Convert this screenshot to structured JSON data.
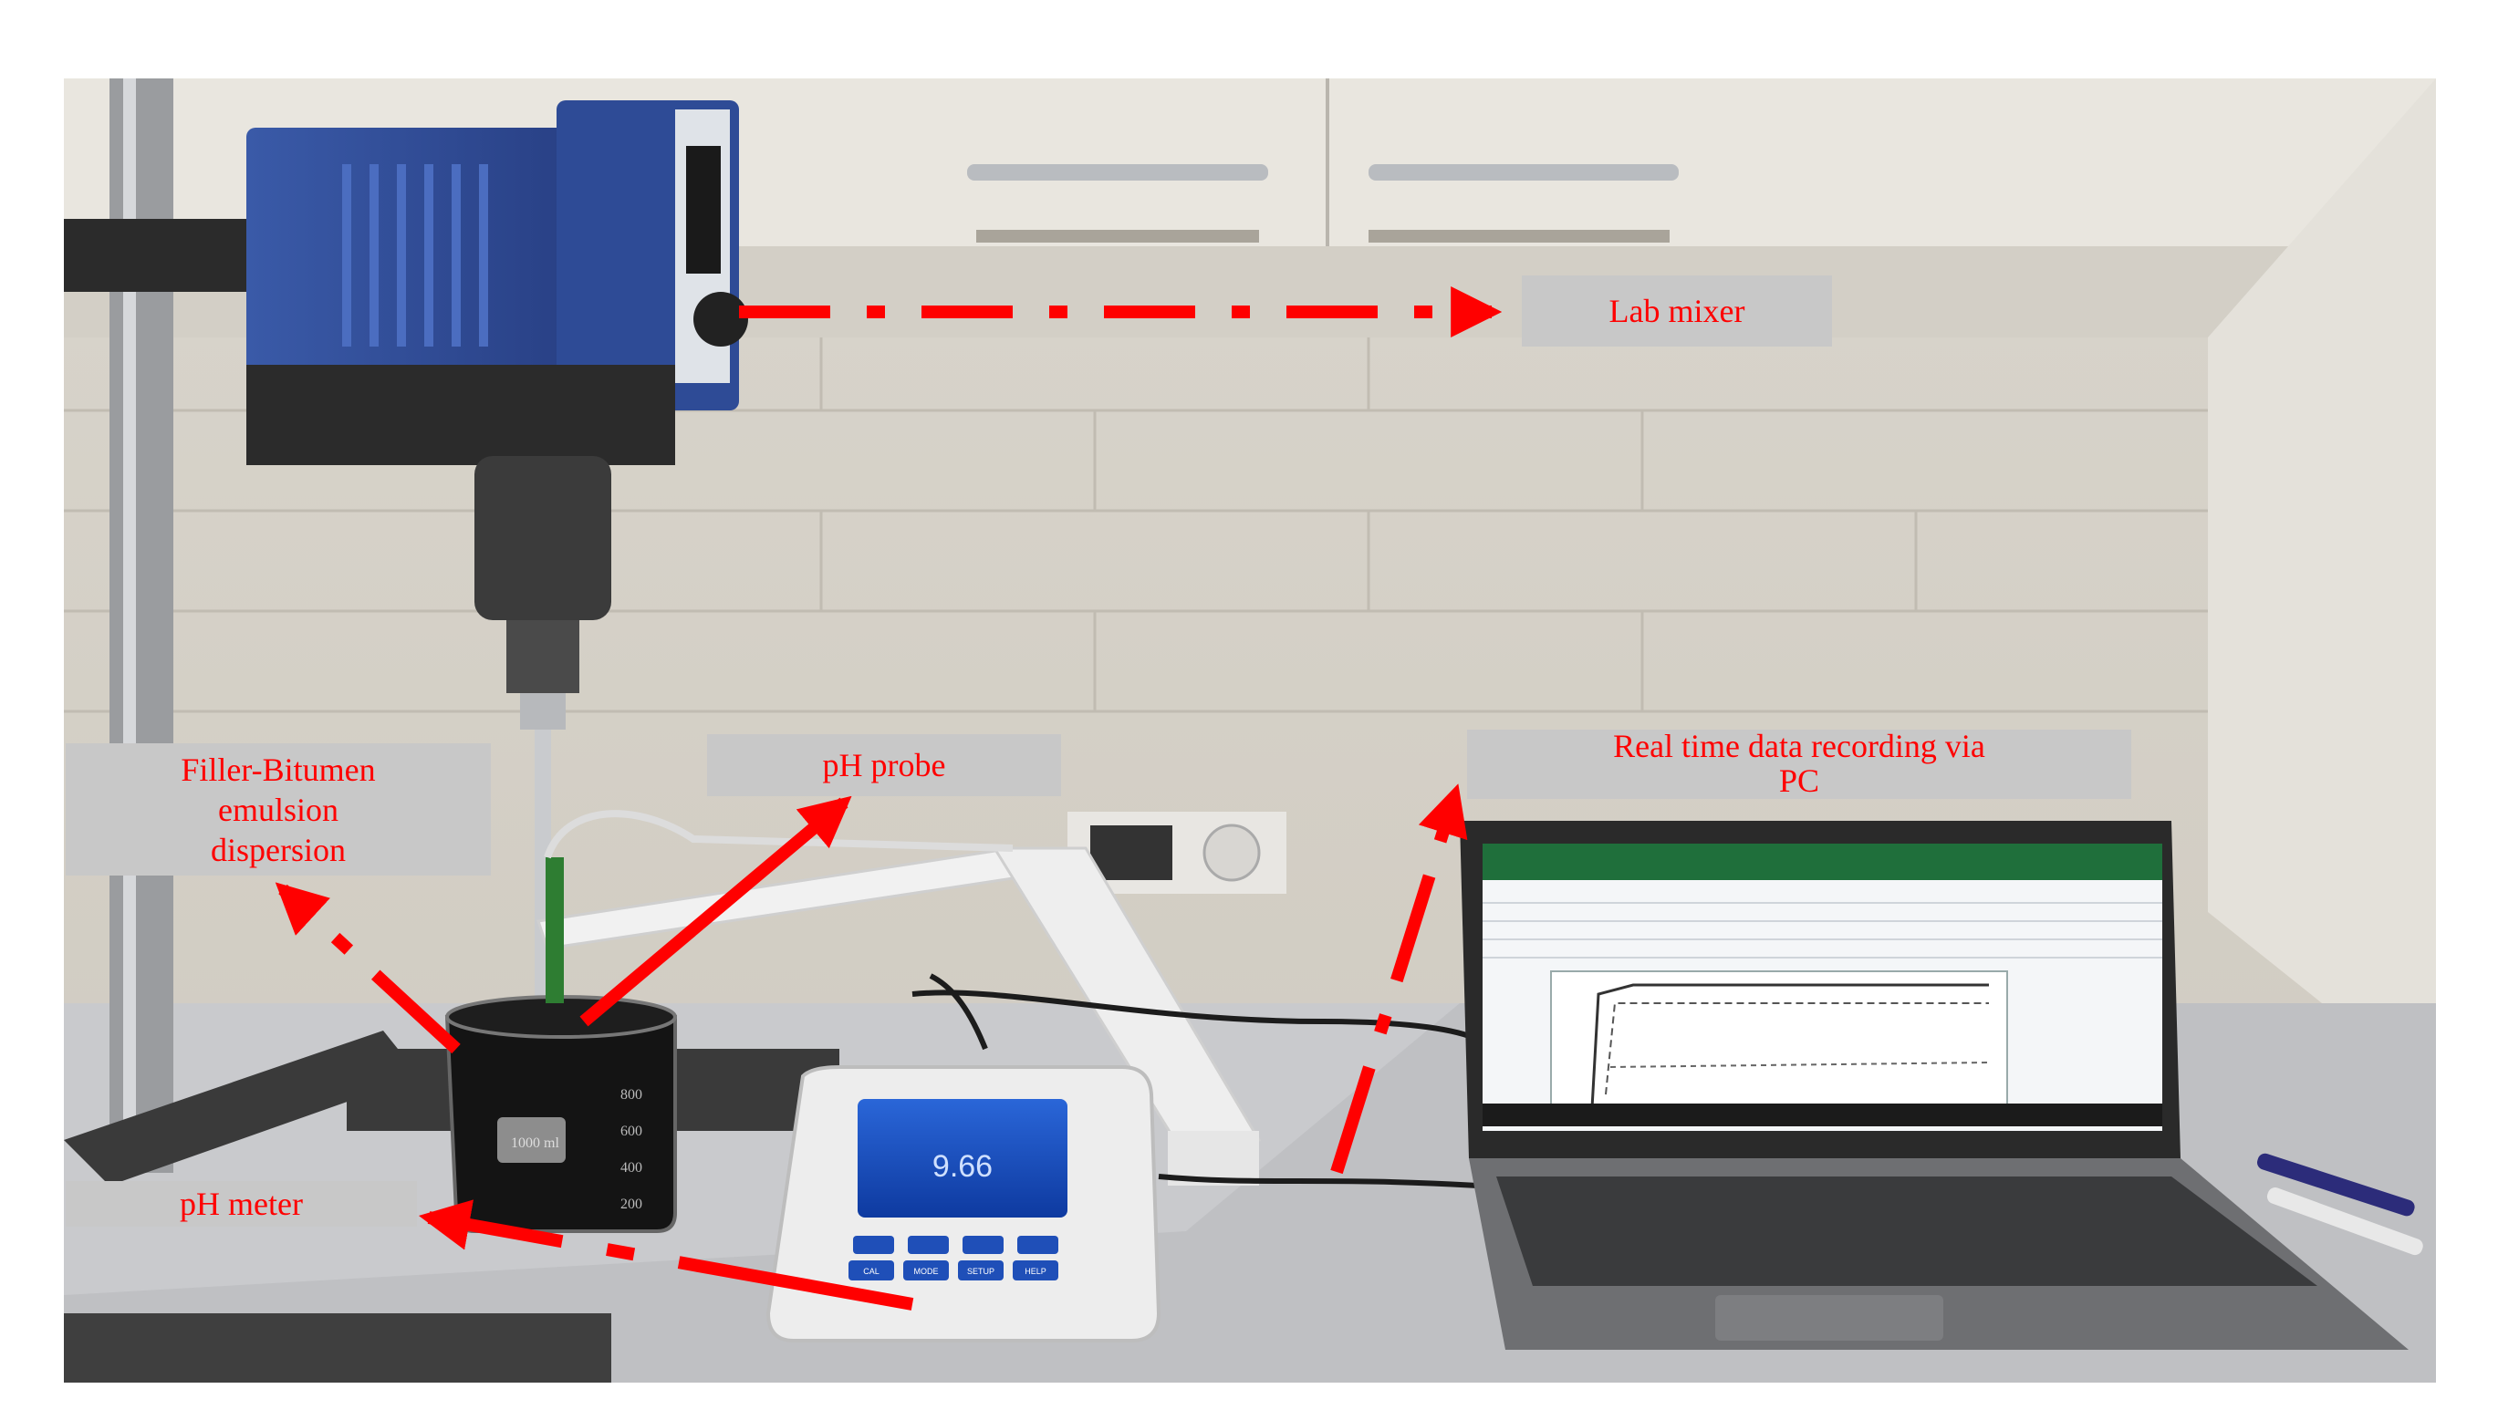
{
  "labels": {
    "lab_mixer": "Lab mixer",
    "ph_probe": "pH probe",
    "filler_line1": "Filler-Bitumen",
    "filler_line2": "emulsion",
    "filler_line3": "dispersion",
    "ph_meter": "pH meter",
    "recording_line1": "Real time data recording via",
    "recording_line2": "PC"
  },
  "meter": {
    "reading": "9.66",
    "buttons": [
      "CAL",
      "MODE",
      "SETUP",
      "HELP"
    ]
  },
  "beaker": {
    "volume_label": "1000 ml",
    "graduations": [
      "800",
      "600",
      "400",
      "200"
    ]
  },
  "colors": {
    "annotation_red": "#ff0000",
    "label_bg": "#c8c8c8",
    "mixer_blue": "#2f4a8f"
  }
}
